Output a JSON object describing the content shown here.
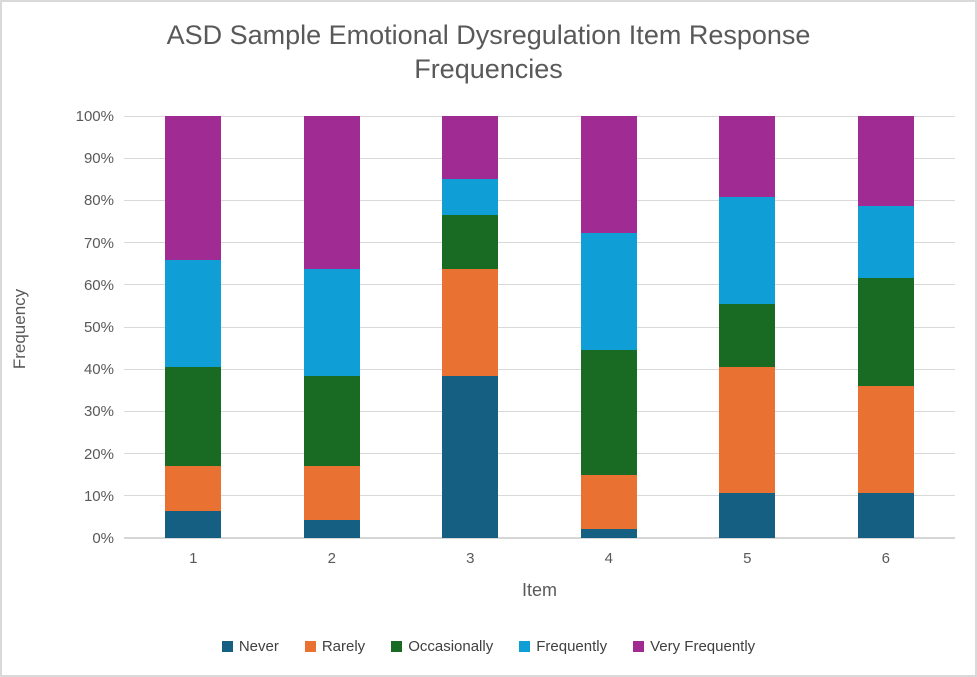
{
  "chart_data": {
    "type": "bar",
    "subtype": "stacked-100",
    "title": "ASD Sample Emotional Dysregulation Item Response Frequencies",
    "title_lines": [
      "ASD Sample Emotional Dysregulation Item Response",
      "Frequencies"
    ],
    "xlabel": "Item",
    "ylabel": "Frequency",
    "categories": [
      "1",
      "2",
      "3",
      "4",
      "5",
      "6"
    ],
    "series": [
      {
        "name": "Never",
        "color": "#156082",
        "values": [
          6.4,
          4.3,
          38.3,
          2.1,
          10.6,
          10.6
        ]
      },
      {
        "name": "Rarely",
        "color": "#E97132",
        "values": [
          10.6,
          12.8,
          25.5,
          12.8,
          29.8,
          25.5
        ]
      },
      {
        "name": "Occasionally",
        "color": "#196B24",
        "values": [
          23.4,
          21.3,
          12.8,
          29.8,
          14.9,
          25.5
        ]
      },
      {
        "name": "Frequently",
        "color": "#0F9ED5",
        "values": [
          25.5,
          25.5,
          8.5,
          27.7,
          25.5,
          17.0
        ]
      },
      {
        "name": "Very Frequently",
        "color": "#A02B93",
        "values": [
          34.0,
          36.2,
          14.9,
          27.7,
          19.1,
          21.3
        ]
      }
    ],
    "y_ticks": [
      {
        "label": "0%",
        "value": 0
      },
      {
        "label": "10%",
        "value": 10
      },
      {
        "label": "20%",
        "value": 20
      },
      {
        "label": "30%",
        "value": 30
      },
      {
        "label": "40%",
        "value": 40
      },
      {
        "label": "50%",
        "value": 50
      },
      {
        "label": "60%",
        "value": 60
      },
      {
        "label": "70%",
        "value": 70
      },
      {
        "label": "80%",
        "value": 80
      },
      {
        "label": "90%",
        "value": 90
      },
      {
        "label": "100%",
        "value": 100
      }
    ],
    "ylim": [
      0,
      100
    ],
    "grid": true,
    "legend_position": "bottom",
    "colors": {
      "grid": "#D9D9D9",
      "axis_line": "#D6D6D6",
      "text": "#595959",
      "legend_text": "#404040",
      "frame_border": "#D9D9D9",
      "background": "#FFFFFF"
    }
  }
}
